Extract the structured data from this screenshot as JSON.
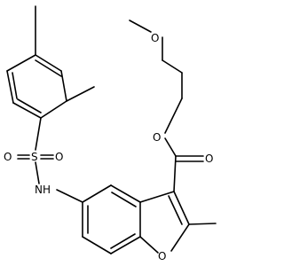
{
  "structure": {
    "atoms": {
      "o_methoxy": "O",
      "o_ester_carbonyl": "O",
      "o_ester_link": "O",
      "o_sulfonyl_left": "O",
      "o_sulfonyl_right": "O",
      "s_sulfonyl": "S",
      "nh_amide": "NH",
      "o_furan": "O"
    }
  }
}
